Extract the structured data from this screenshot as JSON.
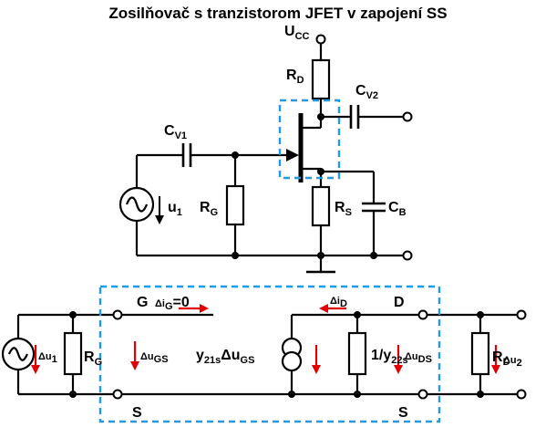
{
  "title": "Zosilňovač s tranzistorom JFET v zapojení SS",
  "top": {
    "ucc": {
      "main": "U",
      "sub": "CC"
    },
    "rd": {
      "main": "R",
      "sub": "D"
    },
    "cv2": {
      "main": "C",
      "sub": "V2"
    },
    "cv1": {
      "main": "C",
      "sub": "V1"
    },
    "rg": {
      "main": "R",
      "sub": "G"
    },
    "rs": {
      "main": "R",
      "sub": "S"
    },
    "cb": {
      "main": "C",
      "sub": "B"
    },
    "u1": {
      "main": "u",
      "sub": "1"
    }
  },
  "bottom": {
    "g": "G",
    "d": "D",
    "s_left": "S",
    "s_right": "S",
    "ig": {
      "main": "Δi",
      "sub": "G",
      "tail": "=0"
    },
    "id": {
      "main": "Δi",
      "sub": "D"
    },
    "du1": {
      "main": "Δu",
      "sub": "1"
    },
    "rg": {
      "main": "R",
      "sub": "G"
    },
    "dugs": {
      "main": "Δu",
      "sub": "GS"
    },
    "y21": {
      "a": "y",
      "asub": "21s",
      "b": "Δu",
      "bsub": "GS"
    },
    "y22": {
      "a": "1/y",
      "asub": "22s"
    },
    "duds": {
      "main": "Δu",
      "sub": "DS"
    },
    "rd": {
      "main": "R",
      "sub": "D"
    },
    "du2": {
      "main": "Δu",
      "sub": "2"
    }
  },
  "colors": {
    "arrow": "#e00000",
    "box": "#1e9be6"
  }
}
